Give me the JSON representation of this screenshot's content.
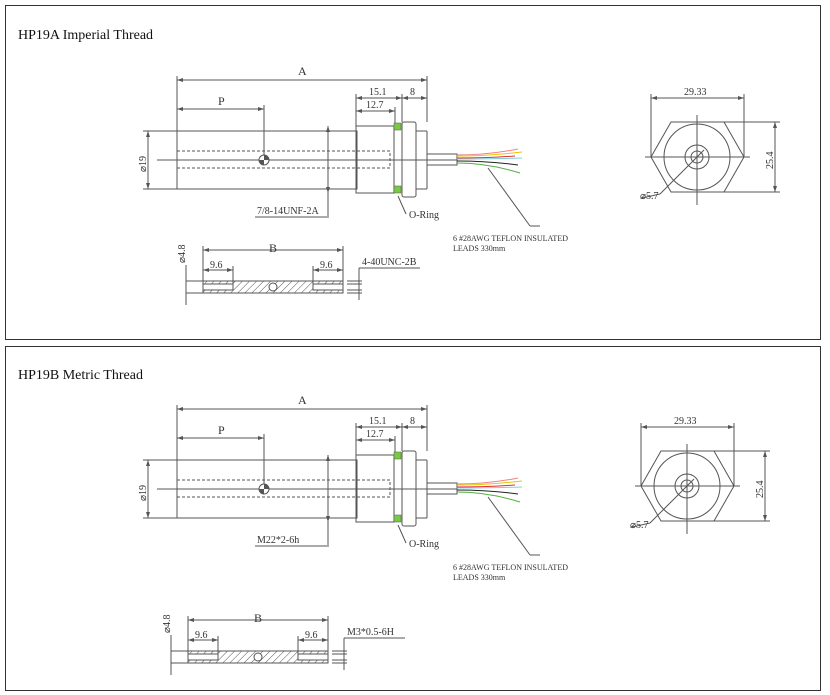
{
  "colors": {
    "label_a": "#e8822a",
    "label_p": "#1a8a6a",
    "label_b": "#2a72c8",
    "dim_blue": "#2a72c8",
    "oring": "#7ac943",
    "wires": [
      "#f08080",
      "#e8c800",
      "#e03030",
      "#80d0e0",
      "#222222",
      "#50b040"
    ]
  },
  "panels": [
    {
      "title": "HP19A Imperial Thread",
      "labels": {
        "a": "A",
        "p": "P",
        "d151": "15.1",
        "d127": "12.7",
        "d8": "8",
        "dia": "⌀19",
        "thread": "7/8-14UNF-2A",
        "oring": "O-Ring",
        "leads1": "6 #28AWG TEFLON INSULATED",
        "leads2": "LEADS 330mm",
        "hex_w": "29.33",
        "hex_h": "25.4",
        "hole": "⌀5.7",
        "b": "B",
        "b96l": "9.6",
        "b96r": "9.6",
        "bdia": "⌀4.8",
        "rod_thread": "4-40UNC-2B"
      }
    },
    {
      "title": "HP19B Metric Thread",
      "labels": {
        "a": "A",
        "p": "P",
        "d151": "15.1",
        "d127": "12.7",
        "d8": "8",
        "dia": "⌀19",
        "thread": "M22*2-6h",
        "oring": "O-Ring",
        "leads1": "6 #28AWG TEFLON INSULATED",
        "leads2": "LEADS 330mm",
        "hex_w": "29.33",
        "hex_h": "25.4",
        "hole": "⌀5.7",
        "b": "B",
        "b96l": "9.6",
        "b96r": "9.6",
        "bdia": "⌀4.8",
        "rod_thread": "M3*0.5-6H"
      }
    }
  ]
}
